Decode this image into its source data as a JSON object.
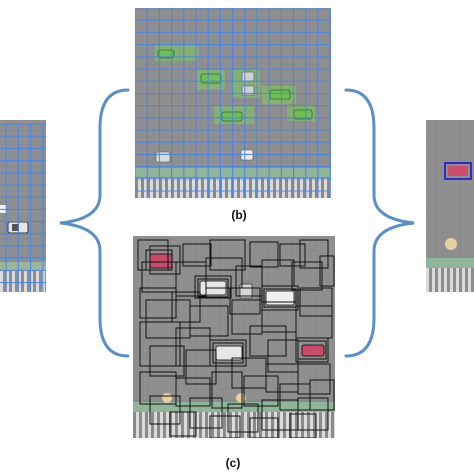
{
  "labels": {
    "b": "(b)",
    "c": "(c)"
  },
  "colors": {
    "brace": "#5b8fc9",
    "grid": "#4a86e8",
    "highlight": "#7ccc5a",
    "box": "#111111",
    "detection": "#2c2cc8",
    "road": "#8c8c8c",
    "road_dark": "#7a7a7a",
    "background": "#ffffff"
  },
  "panels": [
    {
      "id": "left-partial",
      "description_icon": "aerial-grid-image"
    },
    {
      "id": "b",
      "description_icon": "aerial-grid-image-highlighted"
    },
    {
      "id": "c",
      "description_icon": "aerial-proposals-image"
    },
    {
      "id": "right-partial",
      "description_icon": "aerial-detection-image"
    }
  ]
}
